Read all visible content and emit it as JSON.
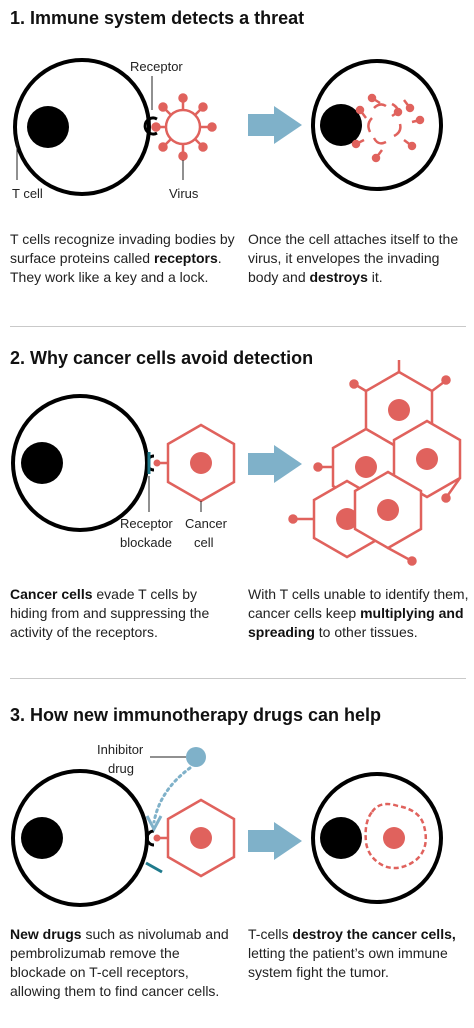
{
  "colors": {
    "accent_red": "#e0625d",
    "arrow_blue": "#7fb1c9",
    "drug_blue": "#7fb1c9",
    "blockade_teal": "#1f7a8c",
    "cell_black": "#000000"
  },
  "sections": [
    {
      "title": "1. Immune system detects a threat",
      "labels": {
        "receptor": "Receptor",
        "t_cell": "T cell",
        "virus": "Virus"
      },
      "left_text": {
        "t1": "T cells recognize invading bodies by surface proteins called ",
        "b1": "receptors",
        "t2": ". They work like a key and a lock."
      },
      "right_text": {
        "t1": "Once the cell attaches itself to the virus, it envelopes the invading body and ",
        "b1": "destroys",
        "t2": " it."
      }
    },
    {
      "title": "2. Why cancer cells avoid detection",
      "labels": {
        "receptor_1": "Receptor",
        "receptor_2": "blockade",
        "cancer_1": "Cancer",
        "cancer_2": "cell"
      },
      "left_text": {
        "b1": "Cancer cells",
        "t1": " evade T cells by hiding from and suppressing the activity of the receptors."
      },
      "right_text": {
        "t1": "With T cells unable to identify them, cancer cells keep ",
        "b1": "multiplying and spreading",
        "t2": " to other tissues."
      }
    },
    {
      "title": "3. How new immunotherapy drugs can help",
      "labels": {
        "inhibitor_1": "Inhibitor",
        "inhibitor_2": "drug"
      },
      "left_text": {
        "b1": "New drugs",
        "t1": " such as nivolumab and pembrolizumab remove the blockade on T-cell receptors, allowing them to find cancer cells."
      },
      "right_text": {
        "t1": "T-cells ",
        "b1": "destroy the cancer cells,",
        "t2": " letting the patient’s own immune system fight the tumor."
      }
    }
  ]
}
